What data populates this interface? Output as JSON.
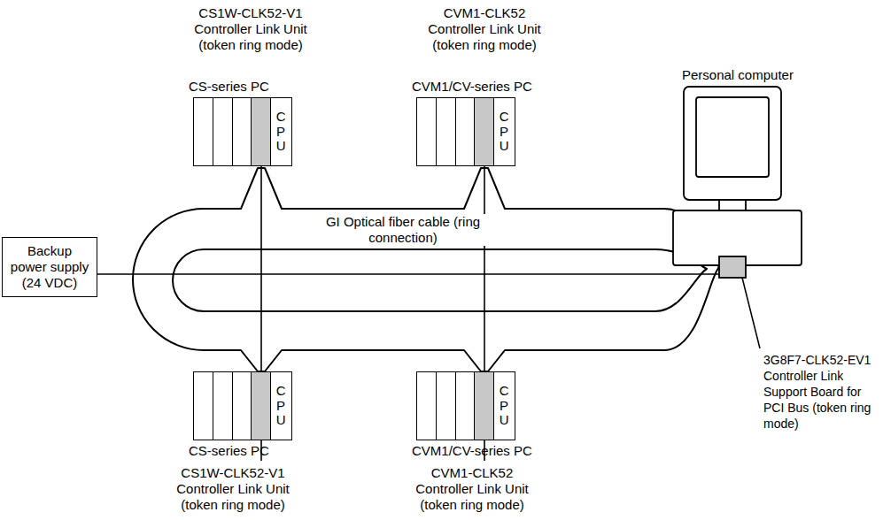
{
  "diagram": {
    "nodes": [
      {
        "text": [
          "CS-series PC"
        ]
      },
      {
        "text": [
          "C P U"
        ],
        "in": 0
      },
      {
        "text": [
          "CVM1/CV-series PC"
        ]
      },
      {
        "text": [
          "C P U"
        ],
        "in": 2
      },
      {
        "text": [
          "Backup power supply (24 VDC)"
        ]
      },
      {
        "text": [
          "CS-series PC"
        ]
      },
      {
        "text": [
          "C P U"
        ],
        "in": 5
      },
      {
        "text": [
          "CVM1/CV-series PC"
        ]
      },
      {
        "text": [
          "C P U"
        ],
        "in": 7
      }
    ],
    "labels": [
      "CS1W-CLK52-V1 Controller Link Unit (token ring mode)",
      "CVM1-CLK52 Controller Link Unit (token ring mode)",
      "Personal computer",
      "GI Optical fiber cable (ring connection)",
      "3G8F7-CLK52-EV1 Controller Link Support Board for PCI Bus (token ring mode)",
      "CS1W-CLK52-V1 Controller Link Unit (token ring mode)",
      "CVM1-CLK52 Controller Link Unit (token ring mode)"
    ]
  }
}
